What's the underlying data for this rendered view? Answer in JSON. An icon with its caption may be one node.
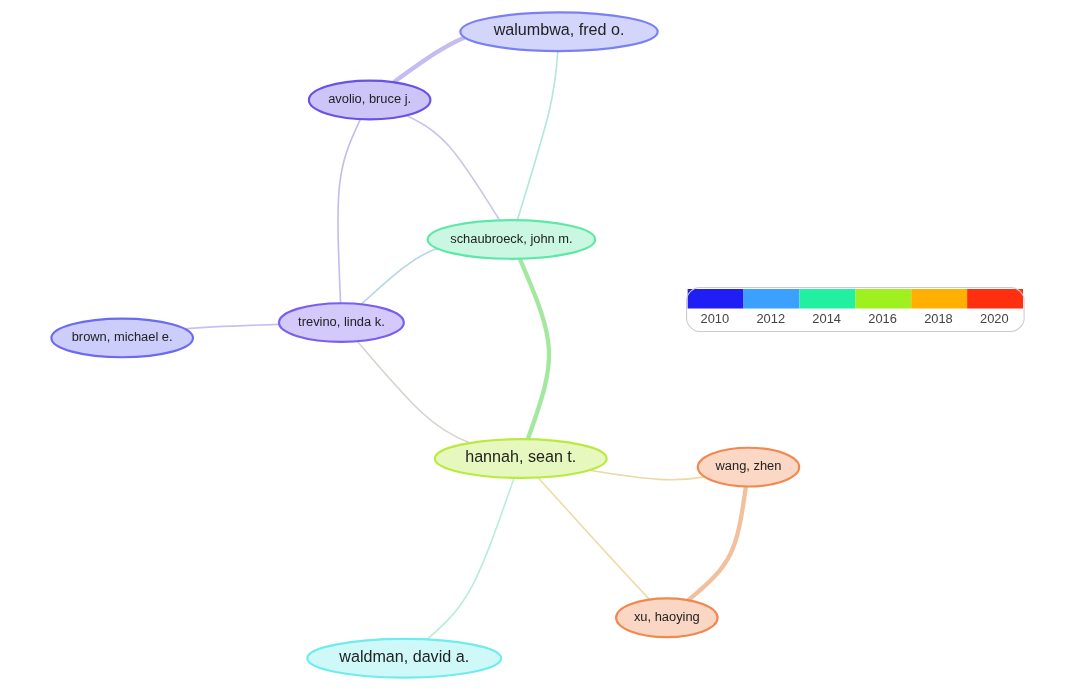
{
  "diagram": {
    "nodes": [
      {
        "text": [
          "brown, michael e."
        ]
      },
      {
        "text": [
          "trevino, linda k."
        ]
      },
      {
        "text": [
          "xu, haoying"
        ]
      },
      {
        "text": [
          "schaubroeck, john m."
        ]
      },
      {
        "text": [
          "wang, zhen"
        ]
      },
      {
        "text": [
          "hannah, sean t."
        ]
      },
      {
        "text": [
          "avolio, bruce j."
        ]
      },
      {
        "text": [
          "walumbwa, fred o."
        ]
      },
      {
        "text": [
          "waldman, david a."
        ]
      }
    ],
    "edges": [
      {
        "from": 0,
        "to": 1,
        "arrow": "none",
        "color": "#c9c0ee"
      },
      {
        "from": 1,
        "to": 3,
        "arrow": "none",
        "color": "#b5d6e6"
      },
      {
        "from": 1,
        "to": 5,
        "arrow": "none",
        "color": "#d8d4cc"
      },
      {
        "from": 1,
        "to": 6,
        "arrow": "none",
        "color": "#c4bcec"
      },
      {
        "from": 2,
        "to": 4,
        "arrow": "none",
        "style": "thick",
        "color": "#f2c09c"
      },
      {
        "from": 2,
        "to": 5,
        "arrow": "none",
        "color": "#ecdca8"
      },
      {
        "from": 3,
        "to": 5,
        "arrow": "none",
        "style": "thick",
        "color": "#a4e8a0"
      },
      {
        "from": 3,
        "to": 6,
        "arrow": "none",
        "color": "#cbc6e4"
      },
      {
        "from": 3,
        "to": 7,
        "arrow": "none",
        "color": "#b3e6dc"
      },
      {
        "from": 4,
        "to": 5,
        "arrow": "none",
        "color": "#ecd8a8"
      },
      {
        "from": 5,
        "to": 8,
        "arrow": "none",
        "color": "#b8eed8"
      },
      {
        "from": 6,
        "to": 7,
        "arrow": "none",
        "style": "thick",
        "color": "#c5bdf0"
      }
    ],
    "legend": [
      {
        "text": "2010",
        "color": "#1e1ef5"
      },
      {
        "text": "2012",
        "color": "#3ca0ff"
      },
      {
        "text": "2014",
        "color": "#20f0a0"
      },
      {
        "text": "2016",
        "color": "#a0f020"
      },
      {
        "text": "2018",
        "color": "#ffb000"
      },
      {
        "text": "2020",
        "color": "#ff3010"
      }
    ]
  }
}
